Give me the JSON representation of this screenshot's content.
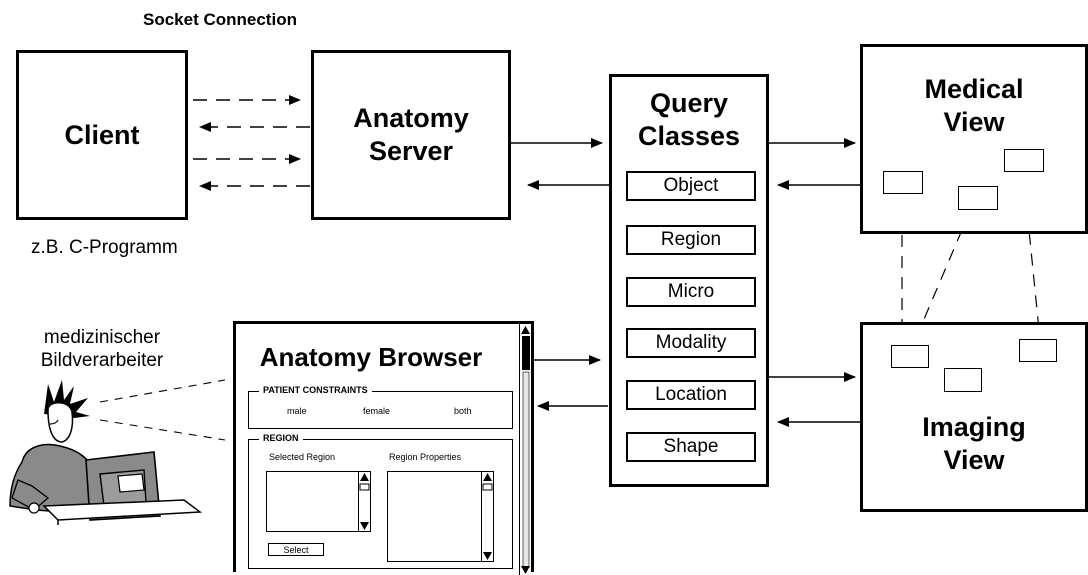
{
  "socket_label": "Socket Connection",
  "client": {
    "title": "Client",
    "caption": "z.B. C-Programm"
  },
  "anatomy_server": {
    "line1": "Anatomy",
    "line2": "Server"
  },
  "query_classes": {
    "line1": "Query",
    "line2": "Classes",
    "items": [
      "Object",
      "Region",
      "Micro",
      "Modality",
      "Location",
      "Shape"
    ]
  },
  "medical_view": {
    "line1": "Medical",
    "line2": "View"
  },
  "imaging_view": {
    "line1": "Imaging",
    "line2": "View"
  },
  "user": {
    "line1": "medizinischer",
    "line2": "Bildverarbeiter"
  },
  "browser": {
    "title": "Anatomy Browser",
    "patient_constraints": {
      "label": "PATIENT CONSTRAINTS",
      "options": [
        "male",
        "female",
        "both"
      ]
    },
    "region": {
      "label": "REGION",
      "selected_label": "Selected Region",
      "properties_label": "Region Properties",
      "select_button": "Select"
    }
  }
}
